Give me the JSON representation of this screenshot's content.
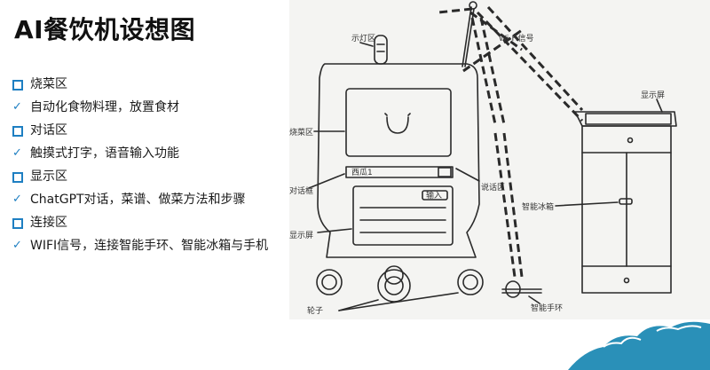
{
  "title": "AI餐饮机设想图",
  "bullets": [
    {
      "kind": "section",
      "text": "烧菜区"
    },
    {
      "kind": "point",
      "text": "自动化食物料理，放置食材"
    },
    {
      "kind": "section",
      "text": "对话区"
    },
    {
      "kind": "point",
      "text": "触摸式打字，语音输入功能"
    },
    {
      "kind": "section",
      "text": "显示区"
    },
    {
      "kind": "point",
      "text": "ChatGPT对话，菜谱、做菜方法和步骤"
    },
    {
      "kind": "section",
      "text": "连接区"
    },
    {
      "kind": "point",
      "text": "WIFI信号，连接智能手环、智能冰箱与手机"
    }
  ],
  "sketch": {
    "labels": {
      "indicator": "示灯区",
      "wifi": "Wi-Fi信号",
      "cooking": "烧菜区",
      "dialog": "对话框",
      "screen_text": "西瓜1",
      "speaker": "说话区",
      "display": "显示屏",
      "wheels": "轮子",
      "fridge": "智能冰箱",
      "fridge_display": "显示屏",
      "band": "智能手环",
      "input_btn": "输入"
    },
    "colors": {
      "line": "#2a2a2a",
      "accent": "#1e7fc2",
      "wave": "#2a90b8"
    }
  }
}
